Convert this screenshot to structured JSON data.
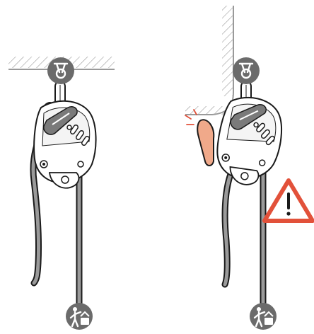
{
  "illustration": {
    "panels": [
      {
        "id": "left",
        "anchor_edge": "none",
        "status": "correct"
      },
      {
        "id": "right",
        "anchor_edge": "sharp-corner",
        "status": "warning"
      }
    ],
    "icons": {
      "anchor": "anchor-point-icon",
      "load": "hauling-load-icon",
      "warning": "warning-triangle-icon"
    },
    "colors": {
      "outline": "#1a1a1a",
      "icon_fill": "#6b6b6b",
      "rope": "#9a9a9a",
      "device": "#ffffff",
      "accent": "#e2513a",
      "contact": "#f0a98a"
    }
  }
}
